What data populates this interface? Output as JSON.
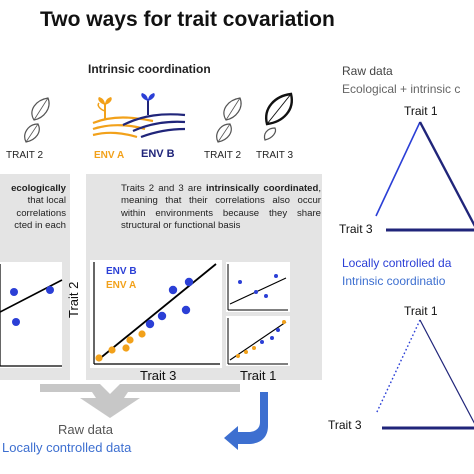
{
  "title": "Two ways for trait covariation",
  "subtitle": "Intrinsic coordination",
  "icons": {
    "trait2_left": "TRAIT 2",
    "env_a": "ENV A",
    "env_b": "ENV B",
    "trait2_right": "TRAIT 2",
    "trait3": "TRAIT 3"
  },
  "left_paragraph": {
    "bold": "ecologically",
    "lines": [
      "that local",
      "correlations",
      "cted in each"
    ]
  },
  "right_paragraph": {
    "part1": "Traits 2 and 3 are ",
    "bold1": "intrinsically coordinated",
    "part2": ", meaning that their correlations also occur within environments because they share structural or functional basis"
  },
  "main_plot": {
    "legend_env_b": "ENV B",
    "legend_env_a": "ENV A",
    "ylabel": "Trait 2",
    "xlabel": "Trait 3"
  },
  "small_plot_label": "Trait 1",
  "bottom": {
    "raw": "Raw data",
    "local": "Locally controlled data"
  },
  "right_panel": {
    "raw_title": "Raw data",
    "raw_sub": "Ecological + intrinsic c",
    "tri1_top": "Trait 1",
    "tri1_left": "Trait 3",
    "local_title": "Locally controlled da",
    "local_sub": "Intrinsic coordinatio",
    "tri2_top": "Trait 1",
    "tri2_left": "Trait 3"
  },
  "colors": {
    "blue": "#2b3fd6",
    "orange": "#f2a11a",
    "navy": "#20257a",
    "light_blue": "#3d6fd0",
    "gray_panel": "#e4e4e4"
  }
}
